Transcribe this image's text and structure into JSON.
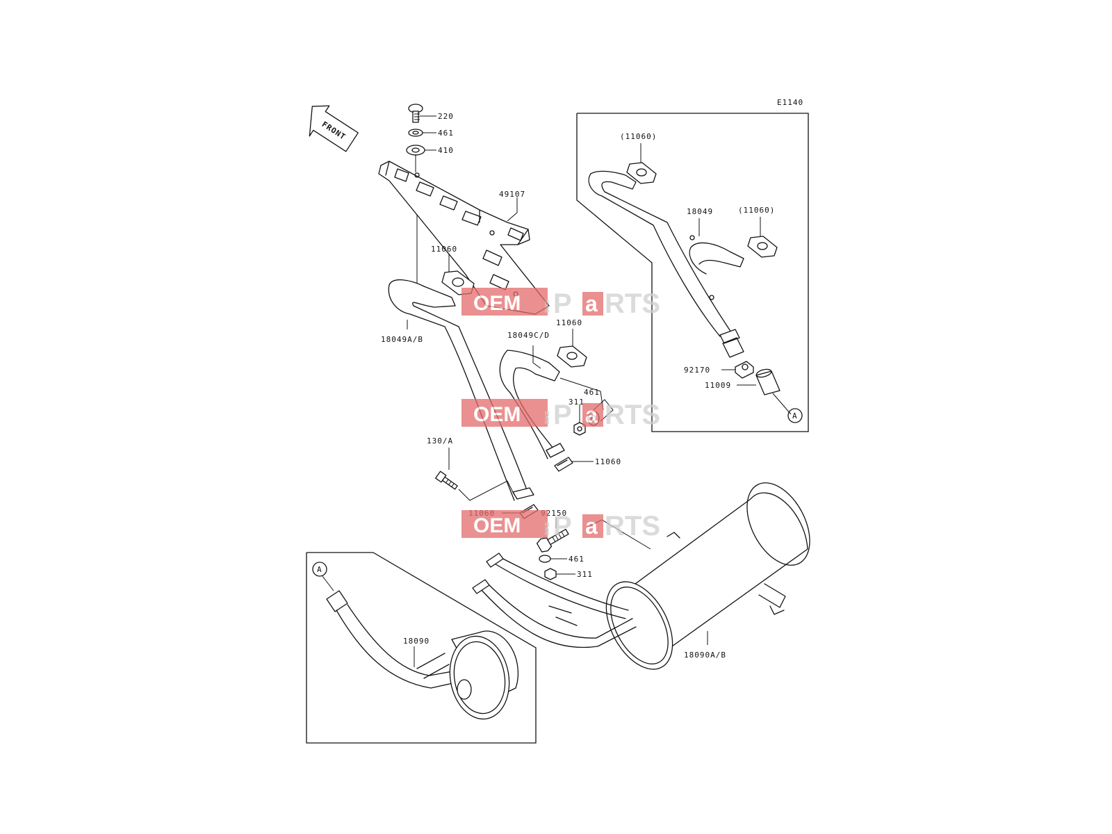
{
  "diagram": {
    "code": "E1140",
    "front_label": "FRONT",
    "inset_marker": "A",
    "labels": {
      "p220": "220",
      "p461_top": "461",
      "p410": "410",
      "p49107": "49107",
      "p11060_a": "11060",
      "p18049ab": "18049A/B",
      "p11060_b": "11060",
      "p18049cd": "18049C/D",
      "p461_mid": "461",
      "p311_mid": "311",
      "p130a": "130/A",
      "p11060_c": "11060",
      "p11060_d": "11060",
      "p92150": "92150",
      "p461_low": "461",
      "p311_low": "311",
      "p18090ab": "18090A/B",
      "p18090": "18090",
      "inset_11060_a": "(11060)",
      "inset_18049": "18049",
      "inset_11060_b": "(11060)",
      "inset_92170": "92170",
      "inset_11009": "11009"
    }
  },
  "watermark": {
    "oem": "OEM",
    "bike": "BIKE",
    "p": "P",
    "a": "a",
    "rts": "RTS",
    "colors": {
      "oem_bg": "#e36b6b",
      "text": "#cfcfcf",
      "a_bg": "#e36b6b"
    }
  }
}
